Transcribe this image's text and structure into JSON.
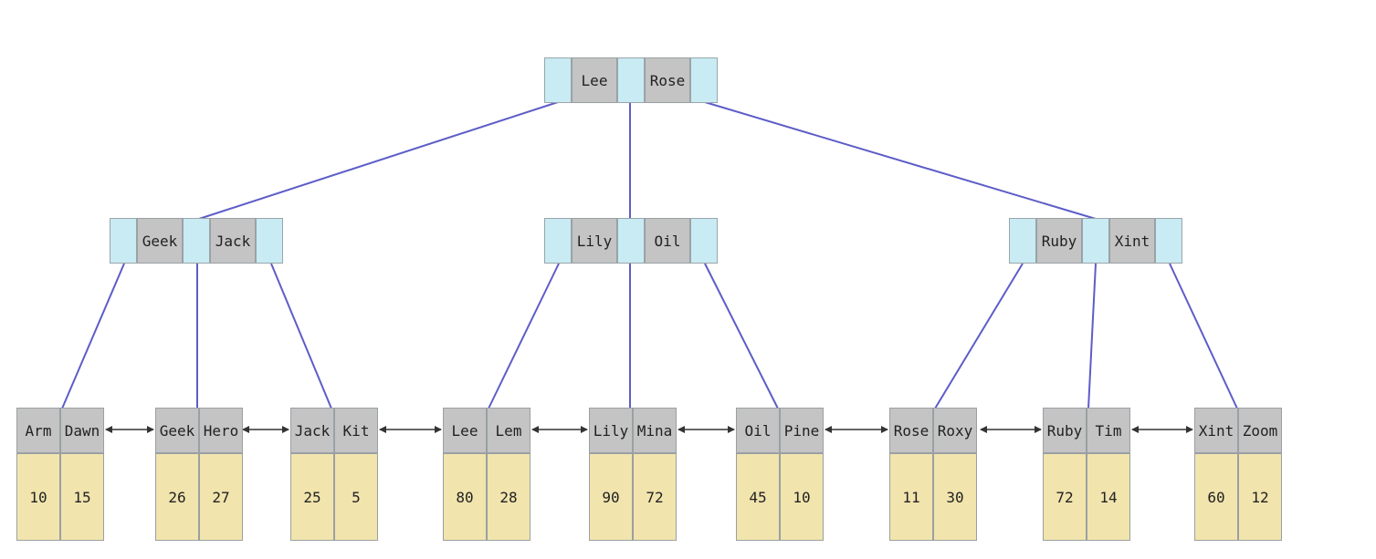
{
  "colors": {
    "pointer_cell": "#c9ebf3",
    "key_cell": "#c4c4c4",
    "data_cell": "#f1e4ad",
    "edge": "#5d5dc8",
    "arrow": "#333333"
  },
  "tree": {
    "root": {
      "keys": [
        "Lee",
        "Rose"
      ]
    },
    "internal": [
      {
        "keys": [
          "Geek",
          "Jack"
        ]
      },
      {
        "keys": [
          "Lily",
          "Oil"
        ]
      },
      {
        "keys": [
          "Ruby",
          "Xint"
        ]
      }
    ],
    "leaves": [
      {
        "keys": [
          "Arm",
          "Dawn"
        ],
        "values": [
          "10",
          "15"
        ]
      },
      {
        "keys": [
          "Geek",
          "Hero"
        ],
        "values": [
          "26",
          "27"
        ]
      },
      {
        "keys": [
          "Jack",
          "Kit"
        ],
        "values": [
          "25",
          "5"
        ]
      },
      {
        "keys": [
          "Lee",
          "Lem"
        ],
        "values": [
          "80",
          "28"
        ]
      },
      {
        "keys": [
          "Lily",
          "Mina"
        ],
        "values": [
          "90",
          "72"
        ]
      },
      {
        "keys": [
          "Oil",
          "Pine"
        ],
        "values": [
          "45",
          "10"
        ]
      },
      {
        "keys": [
          "Rose",
          "Roxy"
        ],
        "values": [
          "11",
          "30"
        ]
      },
      {
        "keys": [
          "Ruby",
          "Tim"
        ],
        "values": [
          "72",
          "14"
        ]
      },
      {
        "keys": [
          "Xint",
          "Zoom"
        ],
        "values": [
          "60",
          "12"
        ]
      }
    ]
  }
}
